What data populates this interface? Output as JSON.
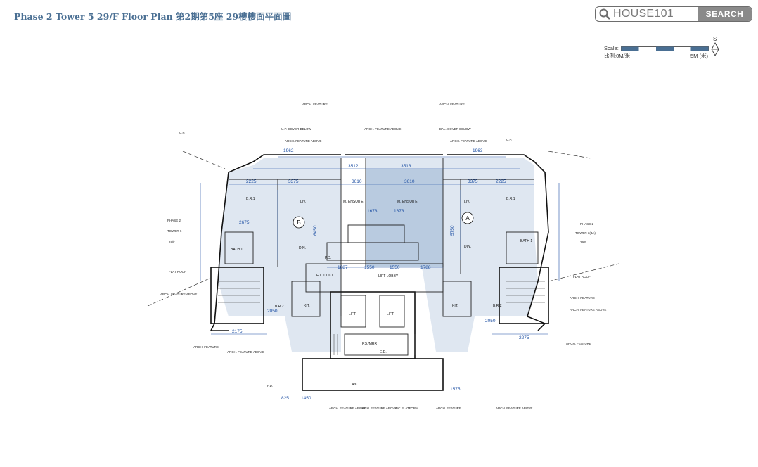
{
  "header": {
    "title": "Phase 2 Tower 5 29/F Floor Plan  第2期第5座 29樓樓面平面圖"
  },
  "search": {
    "brand": "HOUSE101",
    "button_label": "SEARCH"
  },
  "scale": {
    "label": "Scale:",
    "zh_label": "比例:0M/米",
    "max_label": "5M (米)",
    "north": "S"
  },
  "plan": {
    "flats": [
      "B",
      "A"
    ],
    "rooms": {
      "br1_b": "B.R.1",
      "br1_a": "B.R.1",
      "m_ensuite_b": "M. ENSUITE",
      "m_ensuite_a": "M. ENSUITE",
      "liv_b": "LIV.",
      "liv_a": "LIV.",
      "din_b": "DIN.",
      "din_a": "DIN.",
      "br2_b": "B.R.2",
      "br2_a": "B.R.2",
      "kit_b": "KIT.",
      "kit_a": "KIT.",
      "bath1_b": "BATH 1",
      "bath1_a": "BATH 1",
      "lift_lobby": "LIFT LOBBY",
      "lift1": "LIFT",
      "lift2": "LIFT",
      "ed": "E.D.",
      "el_duct": "E.L. DUCT",
      "res_mrr": "RS./MRR",
      "pd": "P.D.",
      "ac": "A/C"
    },
    "annotations": {
      "arch_feature": "ARCH. FEATURE",
      "arch_feature_above": "ARCH. FEATURE ABOVE",
      "upv_cover_below": "U.P. COVER BELOW",
      "bal_cover_below": "BAL. COVER BELOW",
      "flat_roof": "FLAT ROOF",
      "ac_platform": "A/C PLATFORM",
      "up": "U.P.",
      "phase2": "PHASE 2",
      "tower6": "TOWER 6",
      "tower3": "TOWER 3(3A)",
      "floor29": "29/F"
    },
    "dims": {
      "d3375a": "3375",
      "d3610a": "3610",
      "d3610b": "3610",
      "d3375b": "3375",
      "d3512": "3512",
      "d3513": "3513",
      "d2225a": "2225",
      "d2225b": "2225",
      "d1962": "1962",
      "d1963": "1963",
      "d1673a": "1673",
      "d1673b": "1673",
      "d1887": "1887",
      "d1550a": "1550",
      "d1550b": "1550",
      "d1788": "1788",
      "d2675": "2675",
      "d6450": "6450",
      "d5750": "5750",
      "d2175": "2175",
      "d2275": "2275",
      "d2050a": "2050",
      "d2050b": "2050",
      "d1450": "1450",
      "d825": "825",
      "d1575": "1575"
    }
  }
}
